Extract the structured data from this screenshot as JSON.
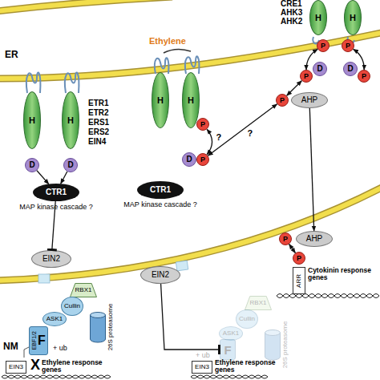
{
  "diagram": {
    "nodes": [
      {
        "text": [
          "H"
        ]
      },
      {
        "text": [
          "H"
        ]
      },
      {
        "text": [
          "P"
        ]
      },
      {
        "text": [
          "P"
        ]
      },
      {
        "text": [
          "P"
        ]
      },
      {
        "text": [
          "D"
        ]
      },
      {
        "text": [
          "D"
        ]
      },
      {
        "text": [
          "P"
        ]
      },
      {
        "text": [
          "P"
        ]
      },
      {
        "text": [
          "AHP"
        ]
      },
      {
        "text": [
          "H"
        ]
      },
      {
        "text": [
          "H"
        ]
      },
      {
        "text": [
          "D"
        ]
      },
      {
        "text": [
          "D"
        ]
      },
      {
        "text": [
          "H"
        ]
      },
      {
        "text": [
          "H"
        ]
      },
      {
        "text": [
          "P"
        ]
      },
      {
        "text": [
          "D"
        ]
      },
      {
        "text": [
          "P"
        ]
      },
      {
        "text": [
          "CTR1"
        ]
      },
      {
        "text": [
          "CTR1"
        ]
      },
      {
        "text": [
          "EIN2"
        ]
      },
      {
        "text": [
          "EIN2"
        ]
      },
      {
        "text": [
          "P"
        ]
      },
      {
        "text": [
          "AHP"
        ]
      },
      {
        "text": [
          "P"
        ]
      },
      {
        "text": [
          "ARR"
        ]
      },
      {
        "text": [
          "RBX1"
        ]
      },
      {
        "text": [
          "Cullin"
        ]
      },
      {
        "text": [
          "ASK1"
        ]
      },
      {
        "text": [
          "EBF1/2",
          "F"
        ]
      },
      {
        "text": [
          "26S proteasome"
        ]
      },
      {
        "text": [
          "EIN3"
        ]
      },
      {
        "text": [
          "RBX1"
        ]
      },
      {
        "text": [
          "Cullin"
        ]
      },
      {
        "text": [
          "ASK1"
        ]
      },
      {
        "text": [
          "F"
        ]
      },
      {
        "text": [
          "26S proteasome"
        ]
      },
      {
        "text": [
          "EIN3"
        ]
      }
    ],
    "edges": [
      {
        "from": 2,
        "to": 4,
        "arrow": "both"
      },
      {
        "from": 3,
        "to": 7,
        "arrow": "both"
      },
      {
        "from": 4,
        "to": 8,
        "arrow": "both"
      },
      {
        "from": 12,
        "to": 19,
        "arrow": "to"
      },
      {
        "from": 13,
        "to": 19,
        "arrow": "to"
      },
      {
        "from": 16,
        "to": 18,
        "label": "?",
        "arrow": "both"
      },
      {
        "from": 18,
        "to": 8,
        "label": "?",
        "arrow": "both"
      },
      {
        "from": 9,
        "to": 24,
        "arrow": "to"
      },
      {
        "from": 23,
        "to": 25,
        "arrow": "both"
      },
      {
        "from": 19,
        "to": 21,
        "arrow": "to"
      },
      {
        "from": 22,
        "to": 36,
        "arrow": "to"
      }
    ],
    "labels": [
      "ER",
      "ETR1",
      "ETR2",
      "ERS1",
      "ERS2",
      "EIN4",
      "Ethylene",
      "CRE1",
      "AHK3",
      "AHK2",
      "MAP kinase cascade ?",
      "MAP kinase cascade ?",
      "NM",
      "Cytokinin response genes",
      "+ ub",
      "X",
      "Ethylene response genes",
      "+ ub",
      "Ethylene response genes"
    ]
  }
}
